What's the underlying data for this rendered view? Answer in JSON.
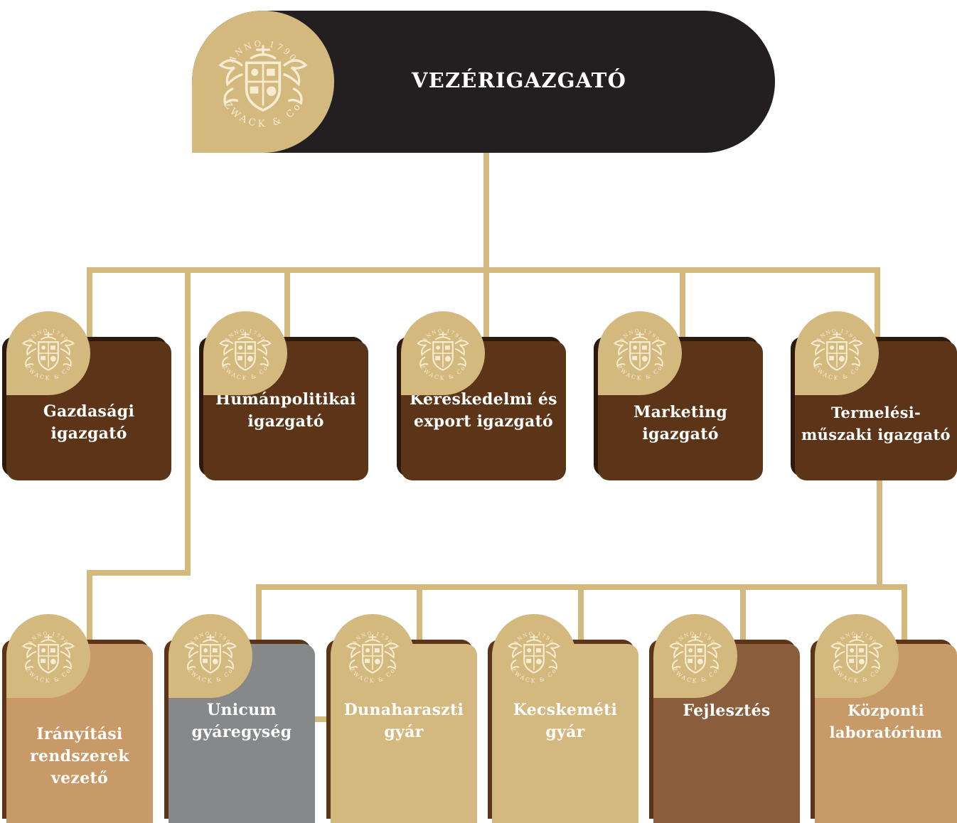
{
  "ceo": {
    "title": "VEZÉRIGAZGATÓ"
  },
  "logo": {
    "top_text": "ANNO 1790",
    "bottom_text": "ZWACK & Co"
  },
  "directors": [
    {
      "label": "Gazdasági igazgató"
    },
    {
      "label": "Humánpolitikai igazgató"
    },
    {
      "label": "Kereskedelmi és export igazgató"
    },
    {
      "label": "Marketing igazgató"
    },
    {
      "label": "Termelési-műszaki igazgató"
    }
  ],
  "units": [
    {
      "label": "Irányítási rendszerek vezető",
      "color": "#c79a68"
    },
    {
      "label": "Unicum gyáregység",
      "color": "#87888a"
    },
    {
      "label": "Dunaharaszti gyár",
      "color": "#d3b980"
    },
    {
      "label": "Kecskeméti gyár",
      "color": "#d3b980"
    },
    {
      "label": "Fejlesztés",
      "color": "#8a5e3c"
    },
    {
      "label": "Központi laboratórium",
      "color": "#c79a68"
    }
  ],
  "colors": {
    "line": "#d4b97f",
    "ceo_bg": "#231f20",
    "director_bg": "#5c3518",
    "director_shadow": "#2e1a0c",
    "unit_shadow": "#5c3518",
    "medal_gold": "#d4b97f",
    "crest": "#f6ecd2"
  },
  "icons": {
    "medal": "zwack-crest-icon"
  }
}
